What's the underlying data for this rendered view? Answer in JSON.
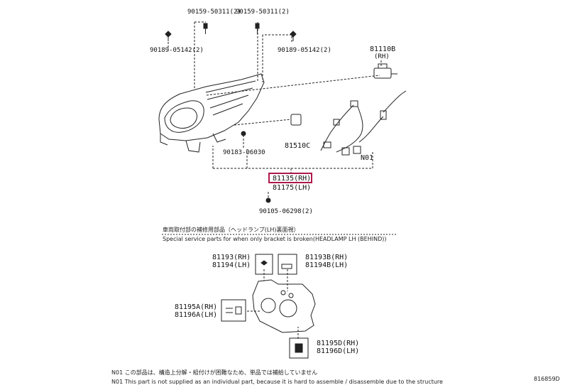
{
  "parts": {
    "screw_top_left": "90159-50311(2)",
    "screw_top_right": "90159-50311(2)",
    "bolt_left": "90189-05142(2)",
    "bolt_right": "90189-05142(2)",
    "part_81110b": "81110B",
    "part_81110b_sub": "(RH)",
    "part_81510c": "81510C",
    "clip_90183": "90183-06030",
    "no1_label": "N01",
    "main_part_rh": "81135(RH)",
    "main_part_lh": "81175(LH)",
    "nut_90105": "90105-06298(2)"
  },
  "section": {
    "title_jp": "車両取付部の補修用部品（ヘッドランプ(LH)裏面視）",
    "title_en": "Special service parts for when only bracket is broken(HEADLAMP LH (BEHIND))",
    "p81193_rh": "81193(RH)",
    "p81194_lh": "81194(LH)",
    "p81193b_rh": "81193B(RH)",
    "p81194b_lh": "81194B(LH)",
    "p81195a_rh": "81195A(RH)",
    "p81196a_lh": "81196A(LH)",
    "p81195d_rh": "81195D(RH)",
    "p81196d_lh": "81196D(LH)"
  },
  "notes": {
    "n01_jp": "N01 この部品は、構造上分解・組付けが困難なため、単品では補給していません",
    "n01_en": "N01 This part is not supplied as an individual part, because it is hard to assemble / disassemble due to the structure"
  },
  "diagram_code": "816859D",
  "colors": {
    "highlight": "#b0184a",
    "line": "#222222"
  }
}
